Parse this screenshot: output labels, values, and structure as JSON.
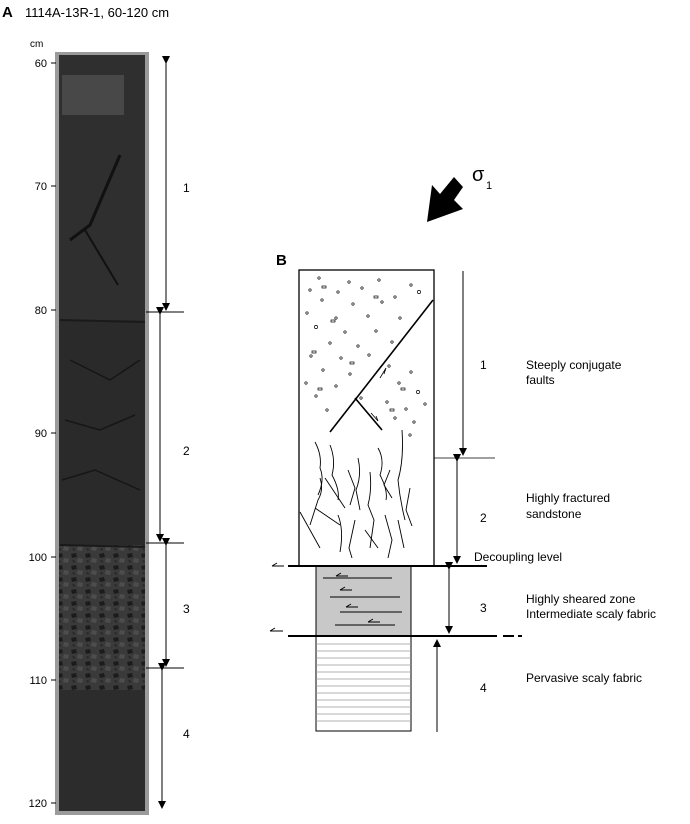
{
  "panel_a": {
    "letter": "A",
    "core_id": "1114A-13R-1, 60-120 cm",
    "depth_unit": "cm",
    "depth_ticks": [
      "60",
      "70",
      "80",
      "90",
      "100",
      "110",
      "120"
    ],
    "intervals": [
      "1",
      "2",
      "3",
      "4"
    ]
  },
  "panel_b": {
    "letter": "B",
    "stress_symbol": "σ",
    "stress_subscript": "1",
    "interval_numbers": [
      "1",
      "2",
      "3",
      "4"
    ],
    "descriptions": [
      {
        "line1": "Steeply conjugate",
        "line2": "faults"
      },
      {
        "line1": "Highly fractured",
        "line2": "sandstone"
      },
      {
        "line1": "Highly sheared zone",
        "line2": "Intermediate scaly fabric"
      },
      {
        "line1": "Pervasive scaly fabric",
        "line2": ""
      }
    ],
    "decoupling_label": "Decoupling level"
  },
  "colors": {
    "core_dark": "#2f2f2f",
    "core_frame": "#8f8f8f",
    "sheared_zone": "#c8c8c8",
    "ink": "#000000"
  }
}
